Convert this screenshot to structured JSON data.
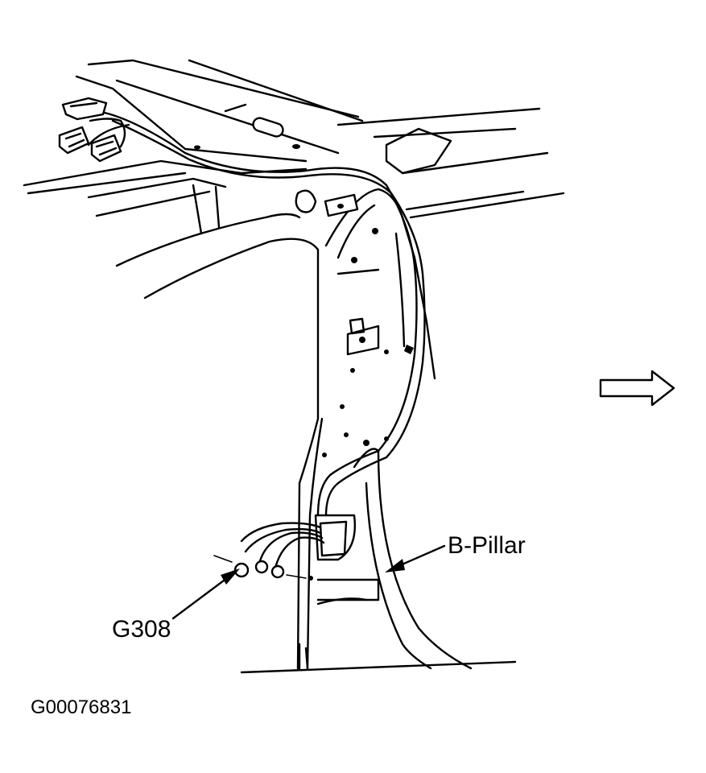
{
  "labels": {
    "b_pillar": "B-Pillar",
    "ground": "G308",
    "figure_id": "G00076831"
  },
  "icons": {
    "direction_arrow": "right-arrow-outline-icon"
  },
  "colors": {
    "ink": "#000000",
    "background": "#ffffff"
  }
}
